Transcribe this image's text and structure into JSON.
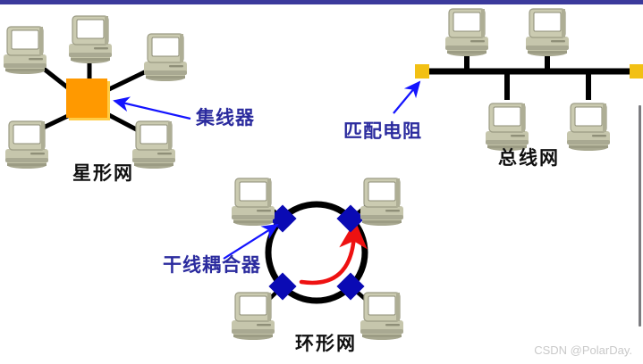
{
  "meta": {
    "watermark": "CSDN @PolarDay.",
    "colors": {
      "top_bar": "#3b3a9c",
      "hub": "#ff9900",
      "hub_shadow": "#ffcc33",
      "terminator": "#f2c014",
      "ring_node": "#0a0ab4",
      "link": "#000000",
      "annotation_arrow": "#1414ff",
      "annotation_text": "#2b2b9e",
      "flow_arrow": "#ee1111",
      "computer_body": "#b8b89c",
      "computer_screen": "#ffffff",
      "frame_line": "#7c7c80"
    }
  },
  "diagrams": {
    "star": {
      "title": "星形网",
      "center_device": {
        "name": "hub",
        "annotation": "集线器"
      },
      "node_count": 5
    },
    "bus": {
      "title": "总线网",
      "end_device": {
        "name": "terminator",
        "annotation": "匹配电阻"
      },
      "node_count": 4,
      "terminator_count": 2
    },
    "ring": {
      "title": "环形网",
      "node_device": {
        "name": "trunk-coupler",
        "annotation": "干线耦合器"
      },
      "node_count": 4,
      "flow_direction": "counterclockwise"
    }
  }
}
